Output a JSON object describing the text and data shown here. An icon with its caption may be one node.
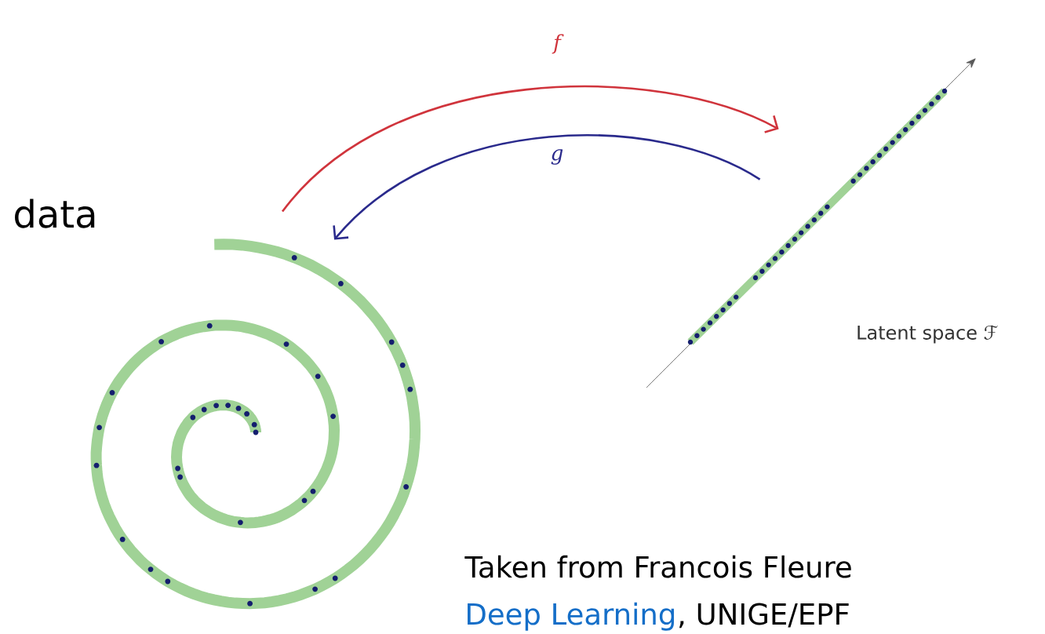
{
  "diagram": {
    "nodes": [
      {
        "text": [],
        "shape": "picture"
      },
      {
        "text": [
          "Latent space ℱ"
        ]
      }
    ],
    "edges": [
      {
        "from": 0,
        "to": 1,
        "arrow": "to",
        "label": "f",
        "color": "#d0343c"
      },
      {
        "from": 1,
        "to": 0,
        "arrow": "to",
        "label": "g",
        "color": "#2a2a8c"
      }
    ],
    "labels": [
      "data",
      "Taken from Francois Fleure",
      "Deep Learning",
      ", UNIGE/EPF"
    ]
  }
}
